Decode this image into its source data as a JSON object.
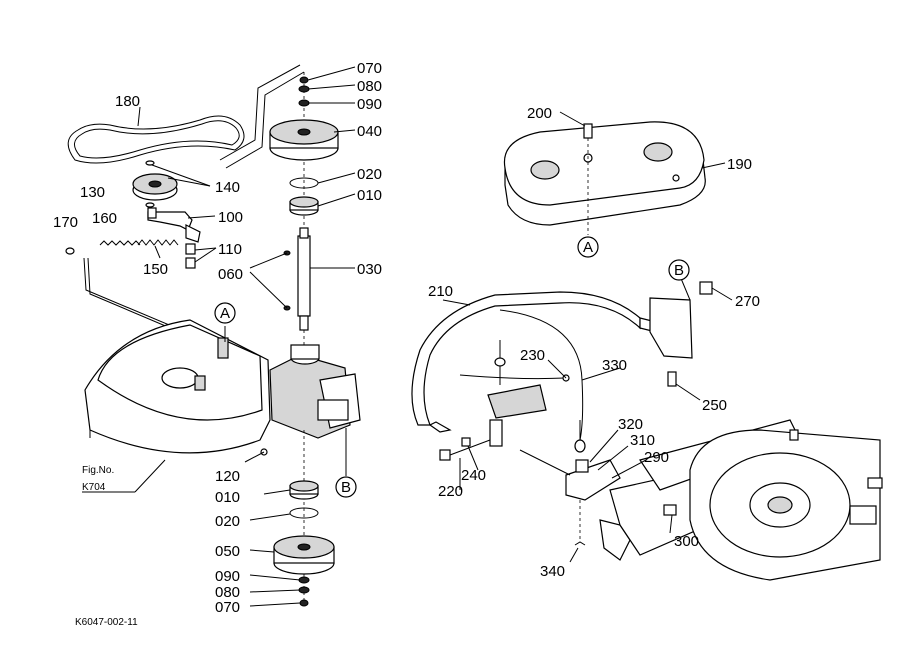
{
  "callouts": {
    "c180": "180",
    "c130": "130",
    "c140": "140",
    "c170": "170",
    "c160": "160",
    "c100": "100",
    "c150": "150",
    "c110": "110",
    "c060": "060",
    "c070a": "070",
    "c080a": "080",
    "c090a": "090",
    "c040": "040",
    "c020a": "020",
    "c010a": "010",
    "c030": "030",
    "c120": "120",
    "c010b": "010",
    "c020b": "020",
    "c050": "050",
    "c090b": "090",
    "c080b": "080",
    "c070b": "070",
    "c200": "200",
    "c190": "190",
    "c210": "210",
    "c270": "270",
    "c230": "230",
    "c330": "330",
    "c250": "250",
    "c320": "320",
    "c310": "310",
    "c290": "290",
    "c220": "220",
    "c240": "240",
    "c300": "300",
    "c340": "340"
  },
  "markers": {
    "a1": "A",
    "a2": "A",
    "b1": "B",
    "b2": "B"
  },
  "figref": {
    "line1": "Fig.No.",
    "line2": "K704"
  },
  "drawing_number": "K6047-002-11"
}
